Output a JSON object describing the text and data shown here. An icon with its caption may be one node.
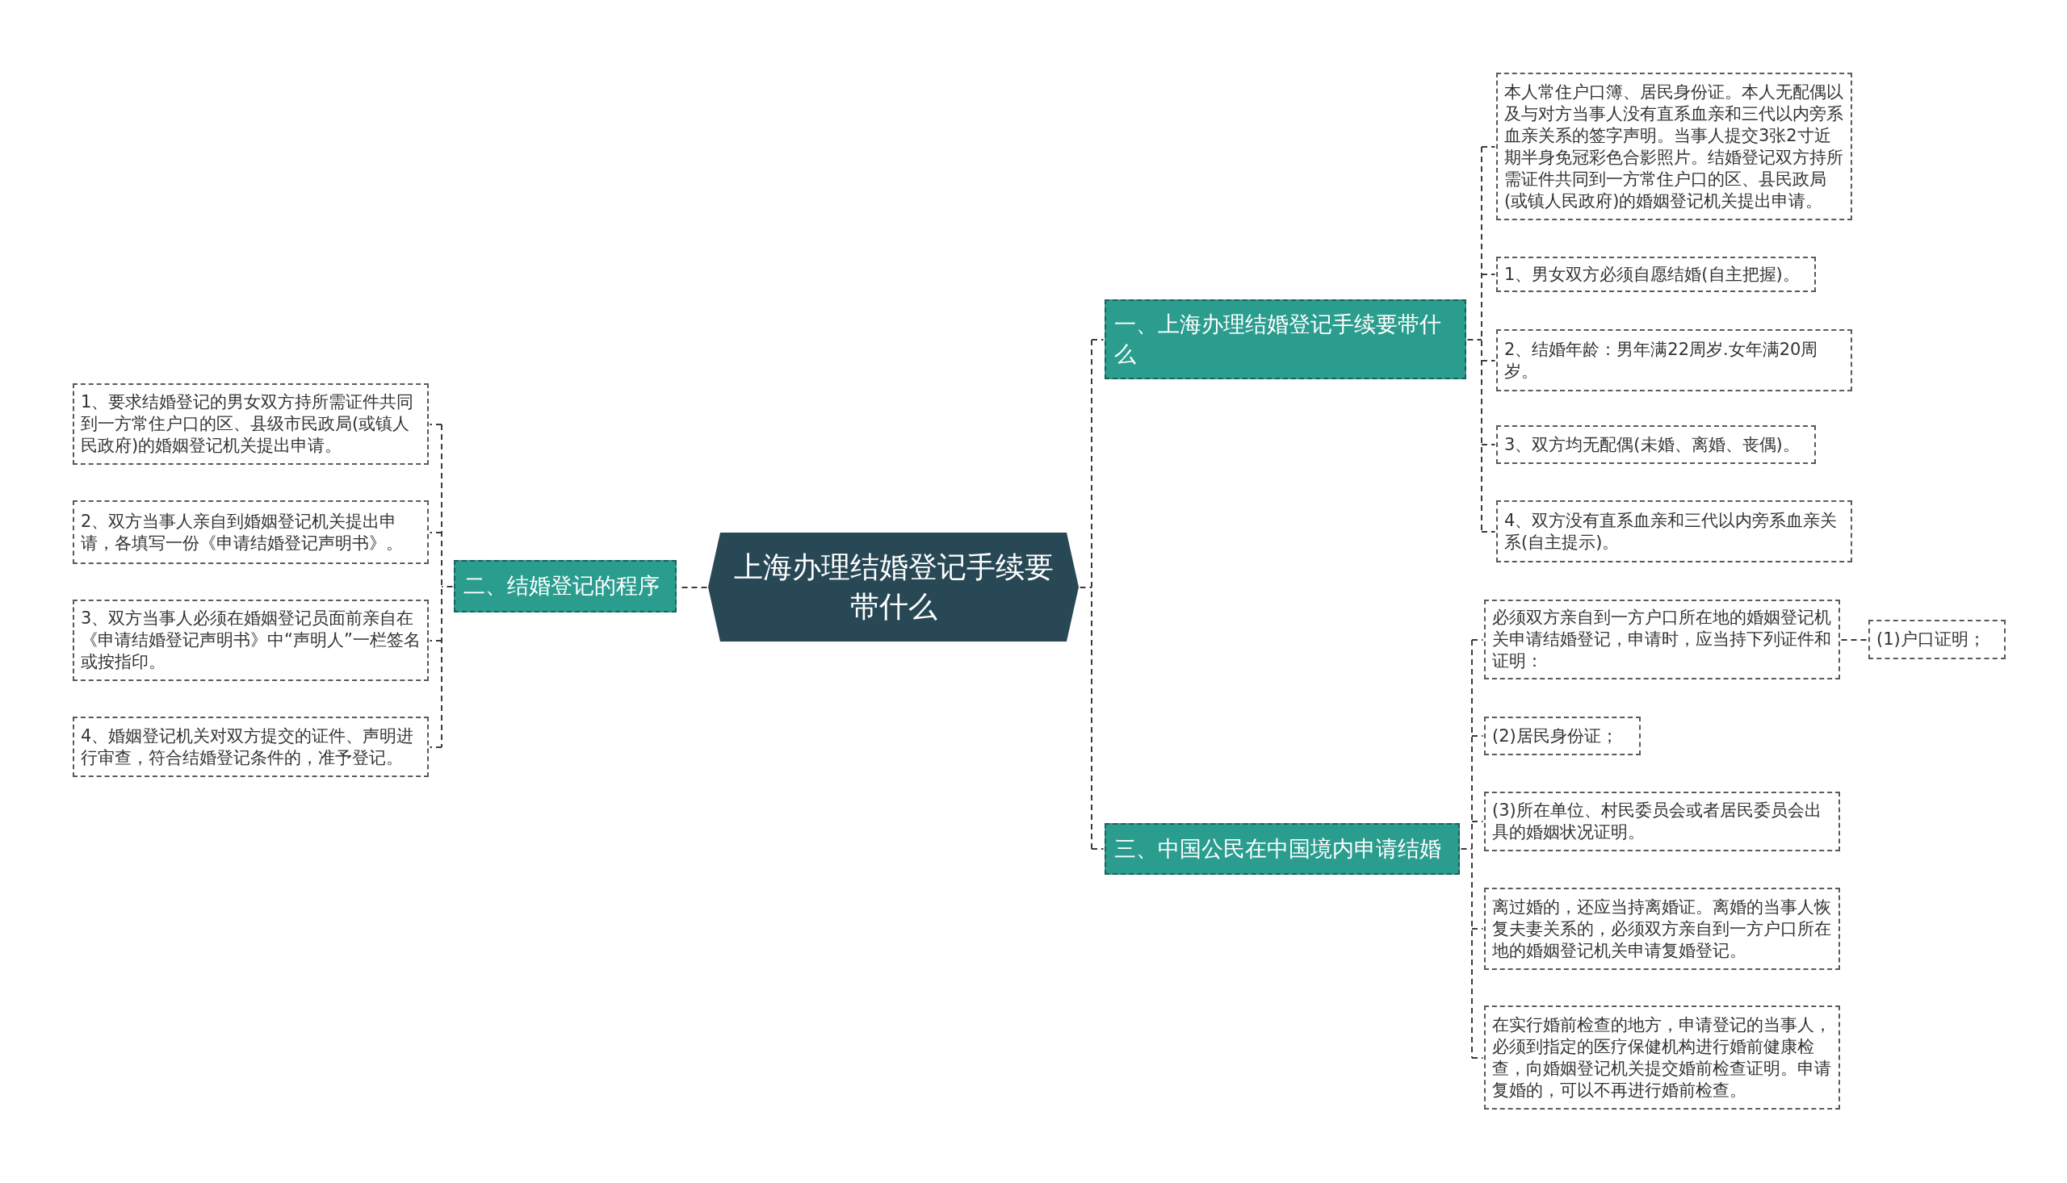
{
  "diagram": {
    "nodes": [
      {
        "text": [
          "上海办理结婚登记手续要带什么"
        ]
      },
      {
        "text": [
          "二、结婚登记的程序"
        ]
      },
      {
        "text": [
          "1、要求结婚登记的男女双方持所需证件共同到一方常住户口的区、县级市民政局(或镇人民政府)的婚姻登记机关提出申请。"
        ]
      },
      {
        "text": [
          "2、双方当事人亲自到婚姻登记机关提出申请，各填写一份《申请结婚登记声明书》。"
        ]
      },
      {
        "text": [
          "3、双方当事人必须在婚姻登记员面前亲自在《申请结婚登记声明书》中“声明人”一栏签名或按指印。"
        ]
      },
      {
        "text": [
          "4、婚姻登记机关对双方提交的证件、声明进行审查，符合结婚登记条件的，准予登记。"
        ]
      },
      {
        "text": [
          "一、上海办理结婚登记手续要带什么"
        ]
      },
      {
        "text": [
          "本人常住户口簿、居民身份证。本人无配偶以及与对方当事人没有直系血亲和三代以内旁系血亲关系的签字声明。当事人提交3张2寸近期半身免冠彩色合影照片。结婚登记双方持所需证件共同到一方常住户口的区、县民政局(或镇人民政府)的婚姻登记机关提出申请。"
        ]
      },
      {
        "text": [
          "1、男女双方必须自愿结婚(自主把握)。"
        ]
      },
      {
        "text": [
          "2、结婚年龄：男年满22周岁.女年满20周岁。"
        ]
      },
      {
        "text": [
          "3、双方均无配偶(未婚、离婚、丧偶)。"
        ]
      },
      {
        "text": [
          "4、双方没有直系血亲和三代以内旁系血亲关系(自主提示)。"
        ]
      },
      {
        "text": [
          "三、中国公民在中国境内申请结婚"
        ]
      },
      {
        "text": [
          "必须双方亲自到一方户口所在地的婚姻登记机关申请结婚登记，申请时，应当持下列证件和证明："
        ]
      },
      {
        "text": [
          "(1)户口证明；"
        ]
      },
      {
        "text": [
          "(2)居民身份证；"
        ]
      },
      {
        "text": [
          "(3)所在单位、村民委员会或者居民委员会出具的婚姻状况证明。"
        ]
      },
      {
        "text": [
          "离过婚的，还应当持离婚证。离婚的当事人恢复夫妻关系的，必须双方亲自到一方户口所在地的婚姻登记机关申请复婚登记。"
        ]
      },
      {
        "text": [
          "在实行婚前检查的地方，申请登记的当事人，必须到指定的医疗保健机构进行婚前健康检查，向婚姻登记机关提交婚前检查证明。申请复婚的，可以不再进行婚前检查。"
        ]
      }
    ],
    "edges": [
      {
        "from": 0,
        "to": 1,
        "arrow": "none",
        "style": "dashed"
      },
      {
        "from": 1,
        "to": 2,
        "arrow": "none",
        "style": "dashed"
      },
      {
        "from": 1,
        "to": 3,
        "arrow": "none",
        "style": "dashed"
      },
      {
        "from": 1,
        "to": 4,
        "arrow": "none",
        "style": "dashed"
      },
      {
        "from": 1,
        "to": 5,
        "arrow": "none",
        "style": "dashed"
      },
      {
        "from": 0,
        "to": 6,
        "arrow": "none",
        "style": "dashed"
      },
      {
        "from": 6,
        "to": 7,
        "arrow": "none",
        "style": "dashed"
      },
      {
        "from": 6,
        "to": 8,
        "arrow": "none",
        "style": "dashed"
      },
      {
        "from": 6,
        "to": 9,
        "arrow": "none",
        "style": "dashed"
      },
      {
        "from": 6,
        "to": 10,
        "arrow": "none",
        "style": "dashed"
      },
      {
        "from": 6,
        "to": 11,
        "arrow": "none",
        "style": "dashed"
      },
      {
        "from": 0,
        "to": 12,
        "arrow": "none",
        "style": "dashed"
      },
      {
        "from": 12,
        "to": 13,
        "arrow": "none",
        "style": "dashed"
      },
      {
        "from": 13,
        "to": 14,
        "arrow": "none",
        "style": "dashed"
      },
      {
        "from": 12,
        "to": 15,
        "arrow": "none",
        "style": "dashed"
      },
      {
        "from": 12,
        "to": 16,
        "arrow": "none",
        "style": "dashed"
      },
      {
        "from": 12,
        "to": 17,
        "arrow": "none",
        "style": "dashed"
      },
      {
        "from": 12,
        "to": 18,
        "arrow": "none",
        "style": "dashed"
      }
    ]
  }
}
